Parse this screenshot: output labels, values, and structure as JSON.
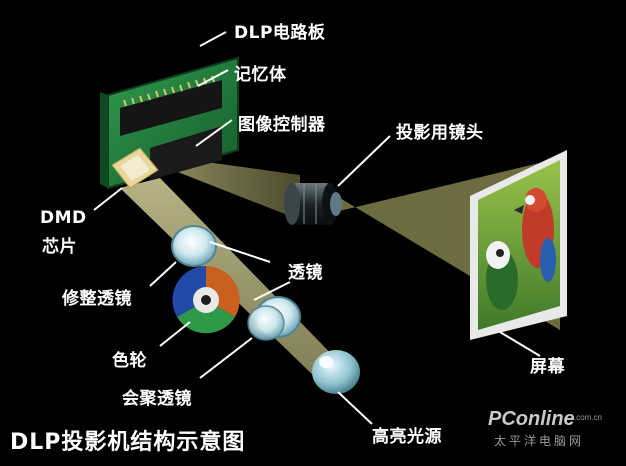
{
  "labels": {
    "dlp_board": "DLP电路板",
    "memory": "记忆体",
    "image_controller": "图像控制器",
    "projection_lens": "投影用镜头",
    "dmd_line1": "DMD",
    "dmd_line2": "芯片",
    "lens": "透镜",
    "trim_lens": "修整透镜",
    "color_wheel": "色轮",
    "condenser_lens": "会聚透镜",
    "screen": "屏幕",
    "light_source": "高亮光源"
  },
  "caption": "DLP投影机结构示意图",
  "watermark": {
    "brand": "PConline",
    "domain": ".com.cn",
    "sub": "太平洋电脑网"
  },
  "colors": {
    "background": "#000000",
    "board": "#1f7a3a",
    "light_beam": "#b5b07a",
    "label_text": "#ffffff",
    "leader_line": "#ffffff"
  }
}
